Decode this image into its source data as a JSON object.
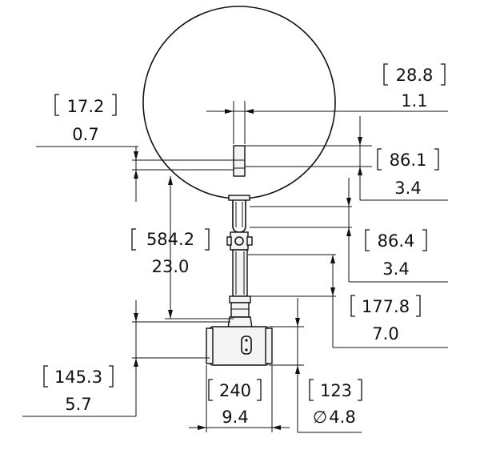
{
  "dimensions": {
    "flange_gap": {
      "mm": "28.8",
      "in": "1.1"
    },
    "stem_offset": {
      "mm": "17.2",
      "in": "0.7"
    },
    "upper_length": {
      "mm": "86.1",
      "in": "3.4"
    },
    "overall_height": {
      "mm": "584.2",
      "in": "23.0"
    },
    "mid_length": {
      "mm": "86.4",
      "in": "3.4"
    },
    "lower_length": {
      "mm": "177.8",
      "in": "7.0"
    },
    "base_height": {
      "mm": "145.3",
      "in": "5.7"
    },
    "tee_width": {
      "mm": "240",
      "in": "9.4"
    },
    "pipe_diameter": {
      "mm": "123",
      "in": "4.8",
      "symbol": "∅"
    }
  },
  "colors": {
    "line": "#111111",
    "paper": "#ffffff",
    "body_fill": "#f4f4f4"
  }
}
